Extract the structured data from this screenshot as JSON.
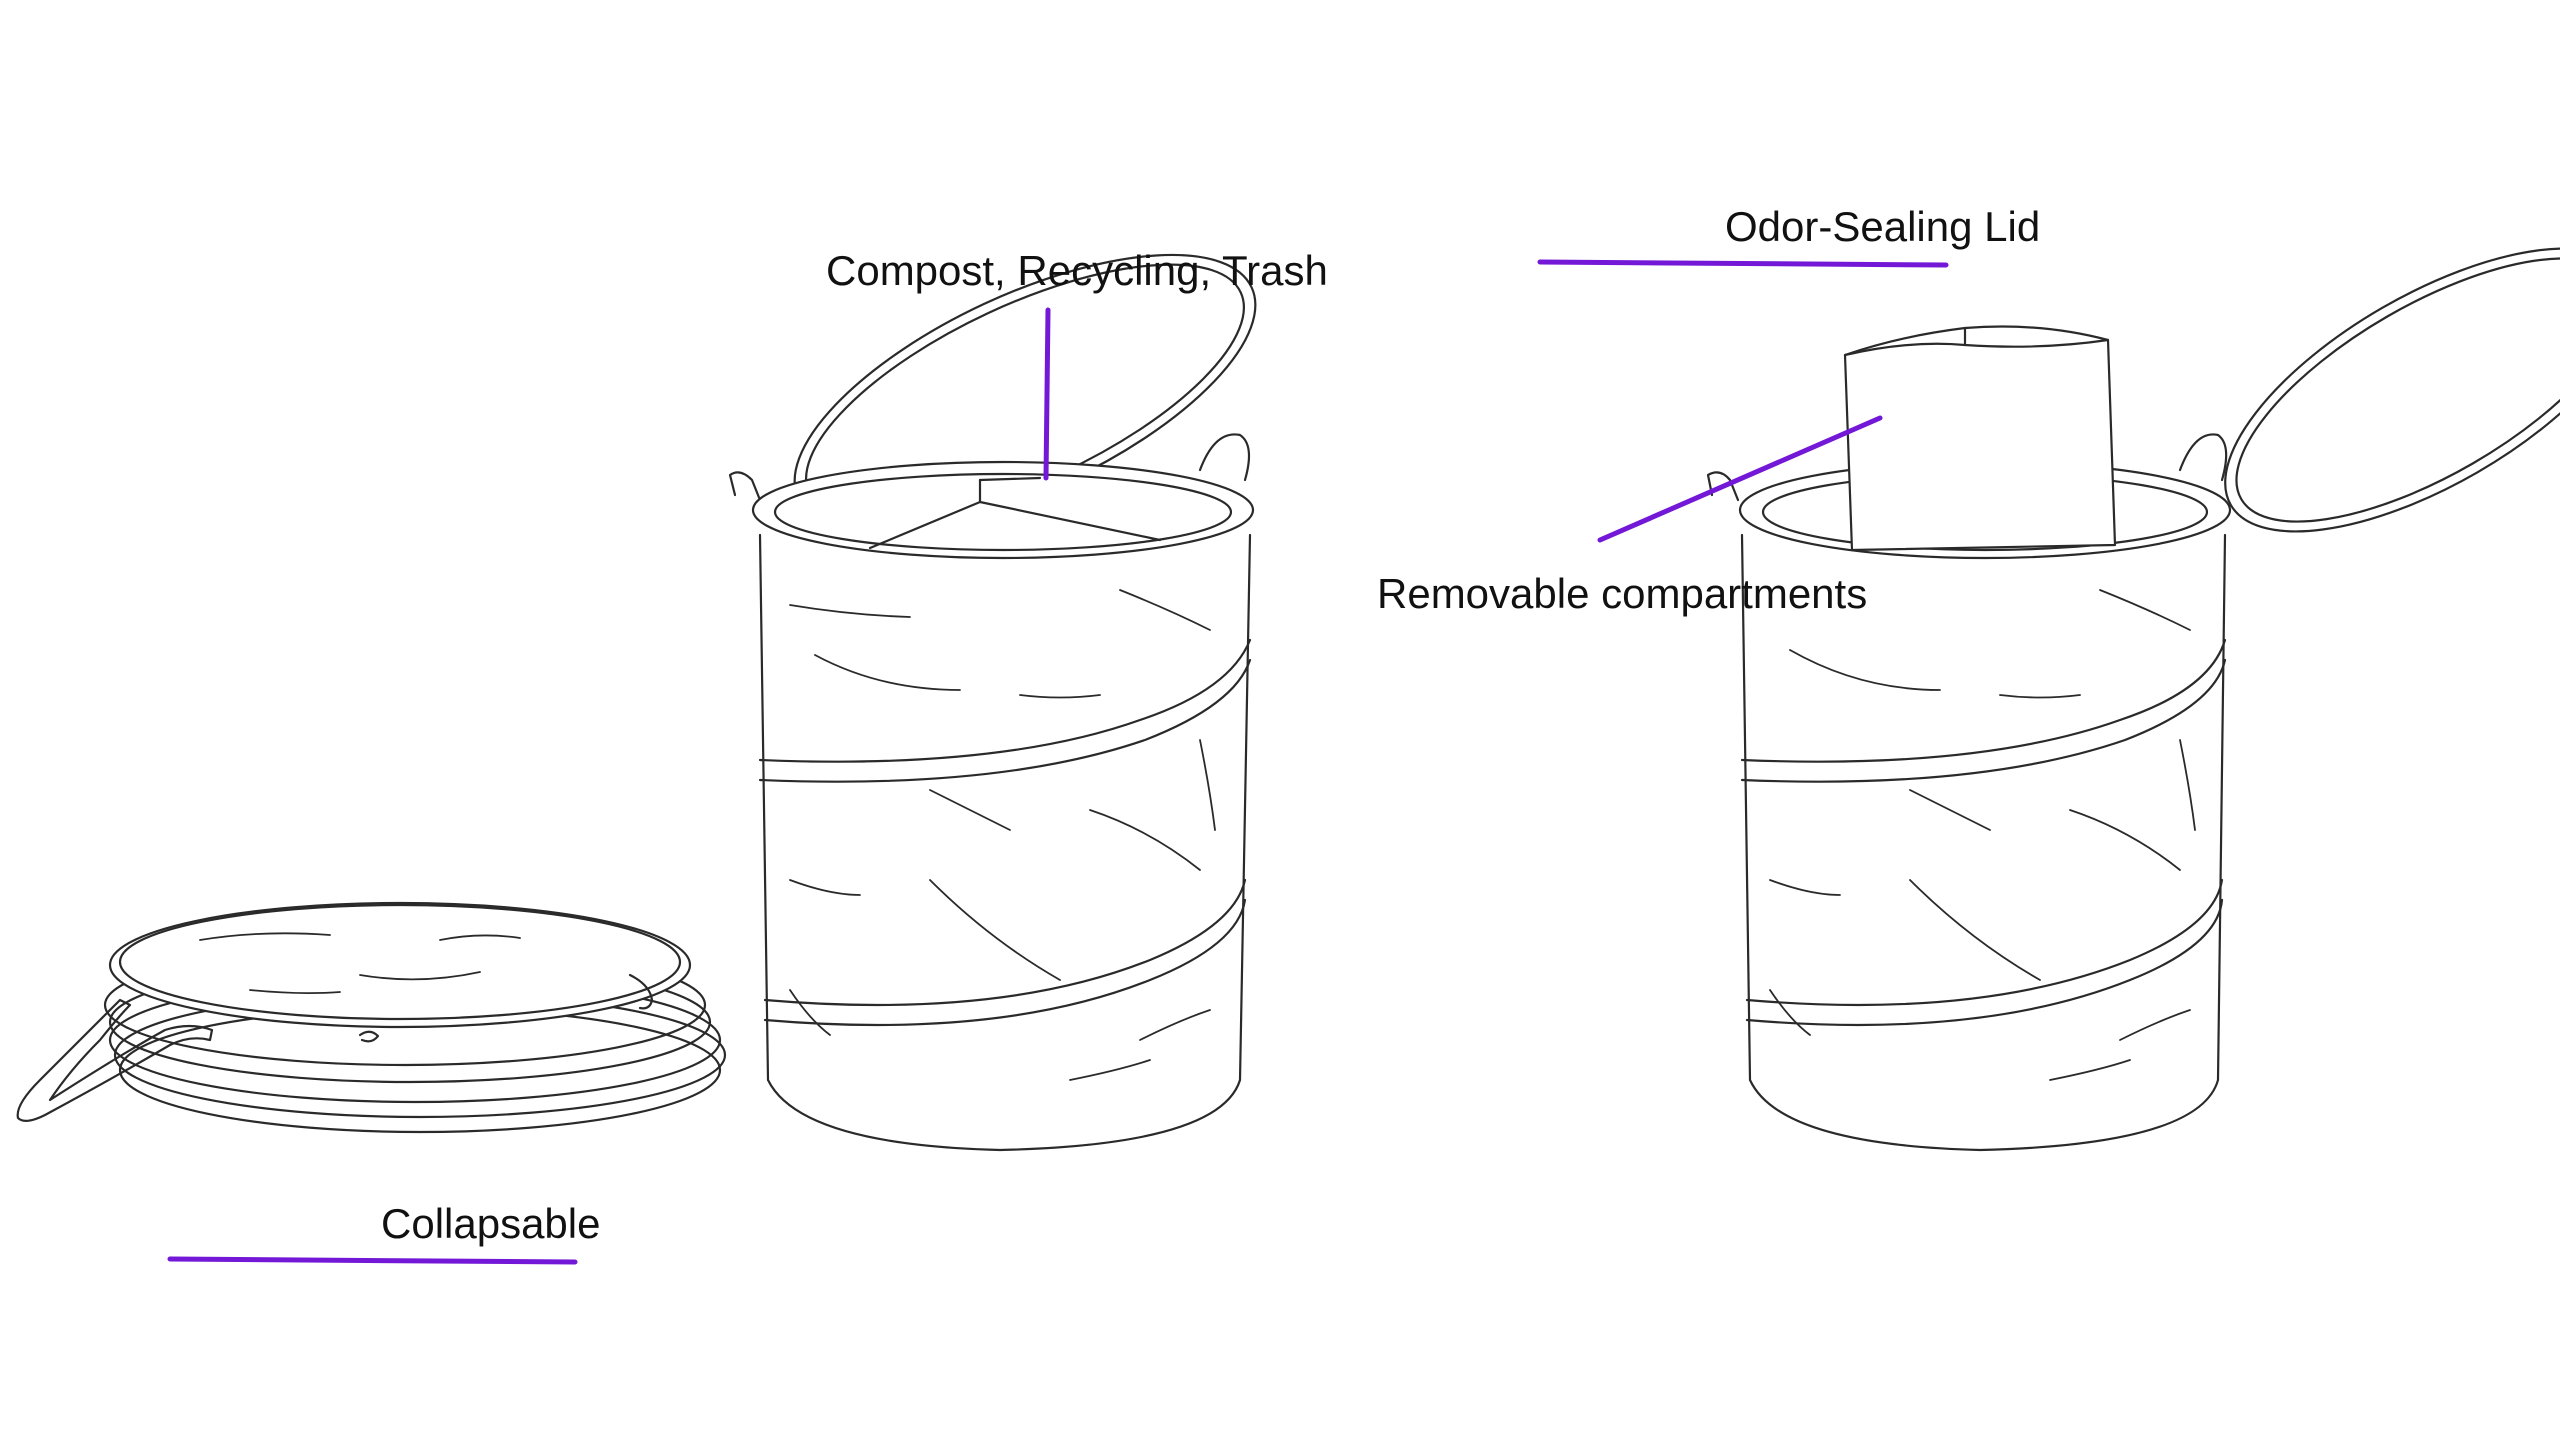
{
  "labels": {
    "compartments": "Compost, Recycling, Trash",
    "lid": "Odor-Sealing Lid",
    "removable": "Removable compartments",
    "collapsable": "Collapsable"
  },
  "colors": {
    "leader": "#7318d6",
    "stroke": "#2a2a2a",
    "background": "#ffffff"
  },
  "illustrations": [
    "collapsed-bin-sketch",
    "open-bin-with-dividers-sketch",
    "bin-with-removed-compartment-sketch"
  ]
}
